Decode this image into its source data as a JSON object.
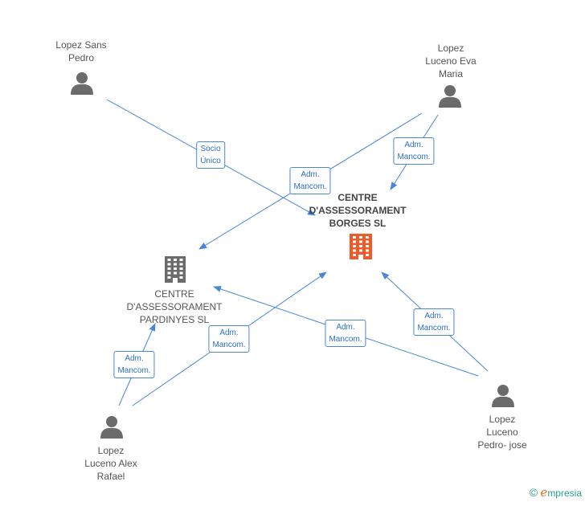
{
  "nodes": {
    "lopez_sans_pedro": {
      "label": "Lopez Sans\nPedro",
      "kind": "person"
    },
    "lopez_luceno_eva_maria": {
      "label": "Lopez\nLuceno Eva\nMaria",
      "kind": "person"
    },
    "centre_borges": {
      "label": "CENTRE\nD'ASSESSORAMENT\nBORGES SL",
      "kind": "company-main"
    },
    "centre_pardinyes": {
      "label": "CENTRE\nD'ASSESSORAMENT\nPARDINYES SL",
      "kind": "company"
    },
    "lopez_luceno_alex_rafael": {
      "label": "Lopez\nLuceno Alex\nRafael",
      "kind": "person"
    },
    "lopez_luceno_pedro_jose": {
      "label": "Lopez\nLuceno\nPedro- jose",
      "kind": "person"
    }
  },
  "edges": [
    {
      "from": "lopez_sans_pedro",
      "to": "centre_borges",
      "label": "Socio\nÚnico"
    },
    {
      "from": "lopez_luceno_eva_maria",
      "to": "centre_borges",
      "label": "Adm.\nMancom."
    },
    {
      "from": "lopez_luceno_eva_maria",
      "to": "centre_pardinyes",
      "label": "Adm.\nMancom."
    },
    {
      "from": "lopez_luceno_alex_rafael",
      "to": "centre_pardinyes",
      "label": "Adm.\nMancom."
    },
    {
      "from": "lopez_luceno_alex_rafael",
      "to": "centre_borges",
      "label": "Adm.\nMancom."
    },
    {
      "from": "lopez_luceno_pedro_jose",
      "to": "centre_pardinyes",
      "label": "Adm.\nMancom."
    },
    {
      "from": "lopez_luceno_pedro_jose",
      "to": "centre_borges",
      "label": "Adm.\nMancom."
    }
  ],
  "colors": {
    "edge": "#4a86d8",
    "person_icon": "#6b6b6b",
    "company_icon": "#6b6b6b",
    "main_company_icon": "#f05a28"
  },
  "footer": {
    "copyright": "©",
    "brand_initial": "e",
    "brand_rest": "mpresia"
  }
}
